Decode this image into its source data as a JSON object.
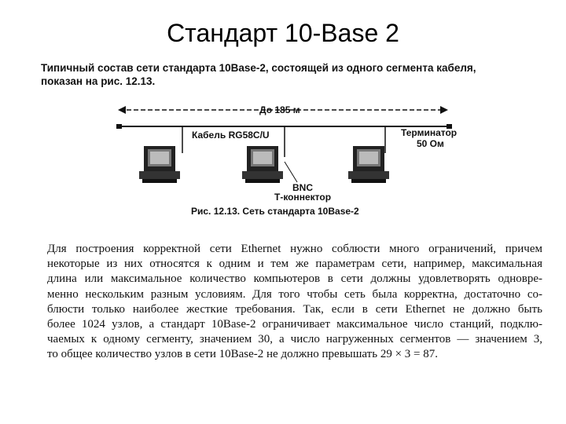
{
  "slide": {
    "title": "Стандарт 10-Base 2",
    "intro_lines": [
      "Типичный состав сети стандарта 10Base-2, состоящей из одного сегмента кабеля,",
      "показан на рис. 12.13."
    ]
  },
  "figure": {
    "distance_label": "До 185 м",
    "cable_label": "Кабель RG58C/U",
    "terminator_label": [
      "Терминатор",
      "50 Ом"
    ],
    "connector_label": [
      "BNC",
      "Т-коннектор"
    ],
    "caption": "Рис. 12.13. Сеть стандарта 10Base-2"
  },
  "body": {
    "lines": [
      "Для построения корректной сети Ethernet нужно соблюсти много ограничений, причем",
      "некоторые из них относятся к одним и тем же параметрам сети, например, максимальная",
      "длина или максимальное количество компьютеров в сети должны удовлетворять одновре-",
      "менно нескольким разным условиям. Для того чтобы сеть была корректна, достаточно со-",
      "блюсти только наиболее жесткие требования. Так, если в сети Ethernet не должно быть",
      "более 1024 узлов, а стандарт 10Base-2 ограничивает максимальное число станций, подклю-",
      "чаемых к одному сегменту, значением 30, а число нагруженных сегментов — значением 3,",
      "то общее количество узлов в сети 10Base-2 не должно превышать 29 × 3 = 87."
    ]
  }
}
